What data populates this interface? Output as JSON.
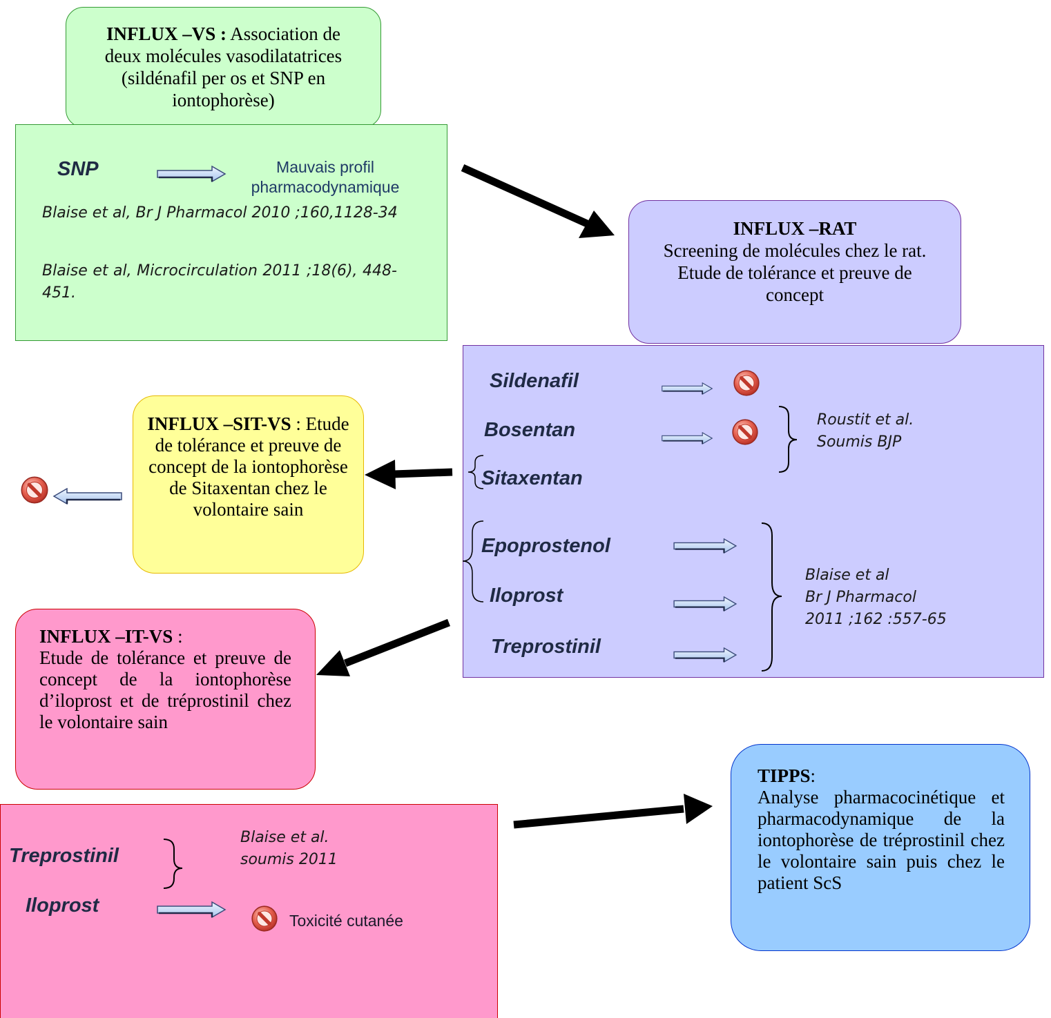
{
  "influx_vs": {
    "title": "INFLUX –VS :",
    "text": "Association de deux molécules vasodilatatrices (sildénafil per os et SNP en iontophorèse)",
    "snp": "SNP",
    "snp_result": "Mauvais profil pharmacodynamique",
    "ref1": "Blaise et al, Br J Pharmacol 2010 ;160,1128-34",
    "ref2": "Blaise et al, Microcirculation 2011 ;18(6), 448-451."
  },
  "influx_rat": {
    "title": "INFLUX –RAT",
    "text": "Screening de molécules chez le rat. Etude de tolérance et preuve de concept",
    "drugs": [
      "Sildenafil",
      "Bosentan",
      "Sitaxentan",
      "Epoprostenol",
      "Iloprost",
      "Treprostinil"
    ],
    "ref_roustit": "Roustit et al. Soumis BJP",
    "ref_blaise_line1": "Blaise et al",
    "ref_blaise_line2": "Br J Pharmacol",
    "ref_blaise_line3": "2011 ;162 :557-65"
  },
  "influx_sit_vs": {
    "title": "INFLUX –SIT-VS",
    "colon": " :",
    "text": "Etude de tolérance et preuve de concept de la iontophorèse de Sitaxentan chez le volontaire sain"
  },
  "influx_it_vs": {
    "title": "INFLUX –IT-VS",
    "colon": " :",
    "text": "Etude de tolérance et preuve de concept de la iontophorèse d’iloprost et de tréprostinil chez le volontaire sain",
    "drug1": "Treprostinil",
    "drug2": "Iloprost",
    "ref": "Blaise et al. soumis 2011",
    "result": "Toxicité cutanée"
  },
  "tipps": {
    "title": "TIPPS",
    "colon": ":",
    "text": "Analyse pharmacocinétique et pharmacodynamique de la iontophorèse de tréprostinil chez le volontaire sain puis chez le patient ScS"
  },
  "colors": {
    "green_fill": "#ccffcc",
    "lavender_fill": "#ccccff",
    "yellow_fill": "#ffff99",
    "pink_fill": "#ff99cc",
    "blue_fill": "#99ccff",
    "arrow_fill": "#cde0f7",
    "prohibited_red": "#d9534f"
  },
  "icons": [
    "block-arrow-icon",
    "prohibited-icon",
    "curly-brace-icon",
    "black-flow-arrow-icon"
  ]
}
